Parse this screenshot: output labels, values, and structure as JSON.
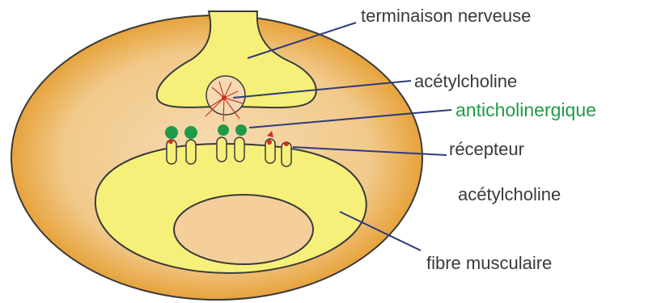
{
  "labels": {
    "nerve_terminal": "terminaison nerveuse",
    "acetylcholine_top": "acétylcholine",
    "anticholinergic": "anticholinergique",
    "receptor": "récepteur",
    "acetylcholine_bottom": "acétylcholine",
    "muscle_fibre": "fibre musculaire"
  },
  "colors": {
    "outer_cell": "#f2c98e",
    "outer_cell_edge": "#e5a43a",
    "yellow_fill": "#f6f07a",
    "inner_cavity": "#f3cf9a",
    "outline": "#3a3a3a",
    "leader_line": "#2e3a7a",
    "anticholinergic_text": "#1f9a46",
    "blocker_dot": "#1f9a46",
    "acetylcholine_dot": "#d0301f",
    "label_text": "#3a3a3a"
  }
}
